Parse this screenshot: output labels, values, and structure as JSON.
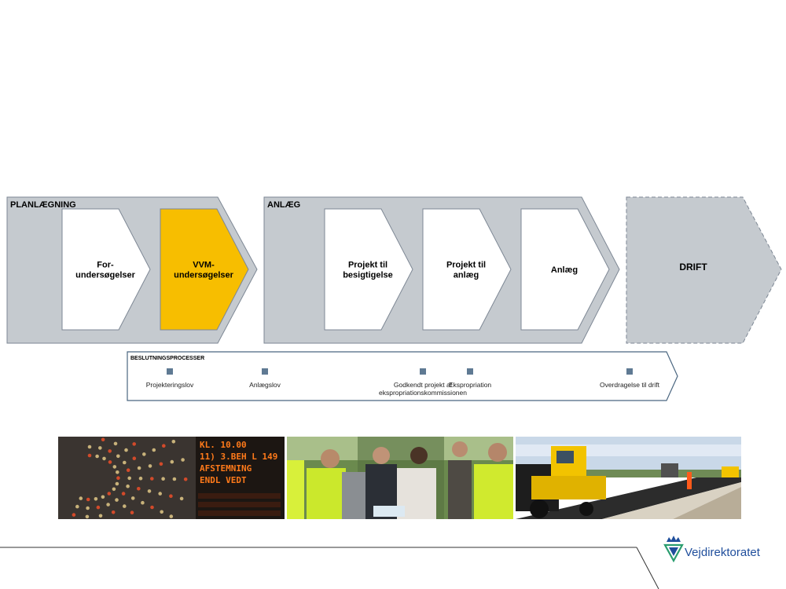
{
  "phases": {
    "planning": {
      "label": "PLANLÆGNING"
    },
    "construction": {
      "label": "ANLÆG"
    },
    "operation": {
      "label": "DRIFT"
    }
  },
  "steps": [
    {
      "lines": [
        "For-",
        "undersøgelser"
      ],
      "highlight": false
    },
    {
      "lines": [
        "VVM-",
        "undersøgelser"
      ],
      "highlight": true
    },
    {
      "lines": [
        "Projekt til",
        "besigtigelse"
      ],
      "highlight": false
    },
    {
      "lines": [
        "Projekt til",
        "anlæg"
      ],
      "highlight": false
    },
    {
      "lines": [
        "Anlæg"
      ],
      "highlight": false
    }
  ],
  "decisions": {
    "label": "BESLUTNINGSPROCESSER",
    "milestones": [
      {
        "lines": [
          "Projekteringslov"
        ]
      },
      {
        "lines": [
          "Anlægslov"
        ]
      },
      {
        "lines": [
          "Godkendt projekt af",
          "ekspropriationskommissionen"
        ]
      },
      {
        "lines": [
          "Ekspropriation"
        ]
      },
      {
        "lines": [
          "Overdragelse til drift"
        ]
      }
    ]
  },
  "photos": [
    {
      "icon": "parliament-voting-photo",
      "board_lines": [
        "KL. 10.00",
        "11) 3.BEH L 149",
        "AFSTEMNING",
        "ENDL VEDT"
      ]
    },
    {
      "icon": "site-inspection-photo"
    },
    {
      "icon": "road-paving-photo"
    }
  ],
  "logo": {
    "text": "Vejdirektoratet",
    "icon": "crown-shield-icon"
  },
  "colors": {
    "phase_gray": "#c5cacf",
    "phase_border": "#7d8794",
    "highlight": "#f7be00",
    "milestone_marker": "#5f7a93",
    "decision_border": "#4a6680",
    "logo_blue": "#1f4e9c",
    "logo_green": "#2a9d6f"
  }
}
